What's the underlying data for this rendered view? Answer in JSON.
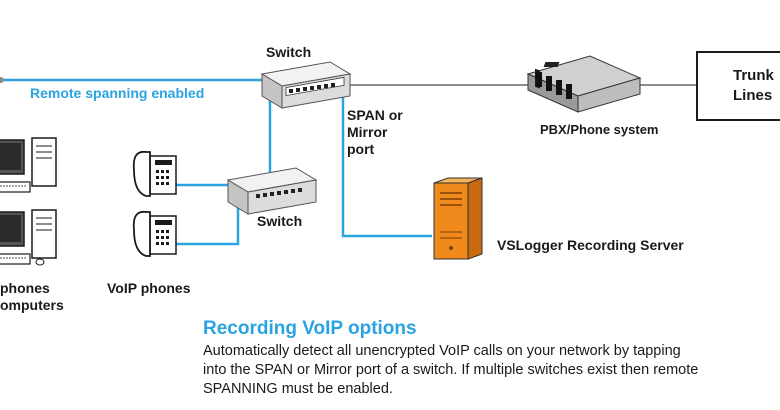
{
  "labels": {
    "switch_top": "Switch",
    "switch_bottom": "Switch",
    "remote_spanning": "Remote spanning enabled",
    "span_line1": "SPAN or",
    "span_line2": "Mirror",
    "span_line3": "port",
    "pbx": "PBX/Phone system",
    "trunk_line1": "Trunk",
    "trunk_line2": "Lines",
    "recording_server": "VSLogger Recording Server",
    "voip_phones": "VoIP phones",
    "left_line1": "phones",
    "left_line2": "omputers"
  },
  "caption": {
    "title": "Recording VoIP options",
    "body": "Automatically detect all unencrypted VoIP calls on your network by tapping into the SPAN or Mirror port of a switch. If multiple switches exist then remote SPANNING must be enabled."
  },
  "colors": {
    "network_line": "#2aa3e0",
    "trunk_line": "#8c8c8c",
    "server_orange": "#f08a1c",
    "text": "#1a1a1a"
  }
}
